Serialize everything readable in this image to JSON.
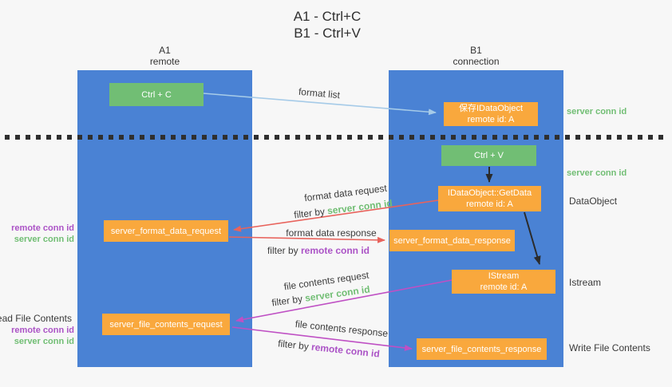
{
  "title": {
    "line1": "A1 - Ctrl+C",
    "line2": "B1 - Ctrl+V"
  },
  "columns": {
    "left": {
      "name": "A1",
      "subtitle": "remote"
    },
    "right": {
      "name": "B1",
      "subtitle": "connection"
    }
  },
  "nodes": {
    "ctrl_c": {
      "label": "Ctrl + C"
    },
    "save_dataobject": {
      "line1": "保存IDataObject",
      "line2": "remote id: A"
    },
    "ctrl_v": {
      "label": "Ctrl + V"
    },
    "getdata": {
      "line1": "IDataObject::GetData",
      "line2": "remote id: A"
    },
    "format_request": {
      "label": "server_format_data_request"
    },
    "format_response": {
      "label": "server_format_data_response"
    },
    "istream": {
      "line1": "IStream",
      "line2": "remote id: A"
    },
    "file_request": {
      "label": "server_file_contents_request"
    },
    "file_response": {
      "label": "server_file_contents_response"
    }
  },
  "edge_labels": {
    "format_list": "format list",
    "format_data_request": "format data request",
    "format_data_response": "format data response",
    "file_contents_request": "file contents request",
    "file_contents_response": "file contents response",
    "filter_by": "filter by",
    "server_conn_id": "server conn id",
    "remote_conn_id": "remote conn id"
  },
  "side_labels": {
    "left": {
      "remote_conn_id_top": "remote conn id",
      "server_conn_id_top": "server conn id",
      "read_file_contents": "Read File Contents",
      "remote_conn_id_bottom": "remote conn id",
      "server_conn_id_bottom": "server conn id"
    },
    "right": {
      "server_conn_id_top": "server conn id",
      "server_conn_id_mid": "server conn id",
      "dataobject": "DataObject",
      "istream": "Istream",
      "write_file_contents": "Write File Contents"
    }
  },
  "colors": {
    "background": "#f7f7f7",
    "column_blue": "#4a82d4",
    "box_green": "#71be74",
    "box_orange": "#f9a83d",
    "arrow_light_blue": "#a6cbe8",
    "arrow_red": "#e8635c",
    "arrow_magenta": "#bf50c4",
    "arrow_black": "#2b2b2b",
    "text_green": "#71be74",
    "text_purple": "#ab53c6"
  }
}
